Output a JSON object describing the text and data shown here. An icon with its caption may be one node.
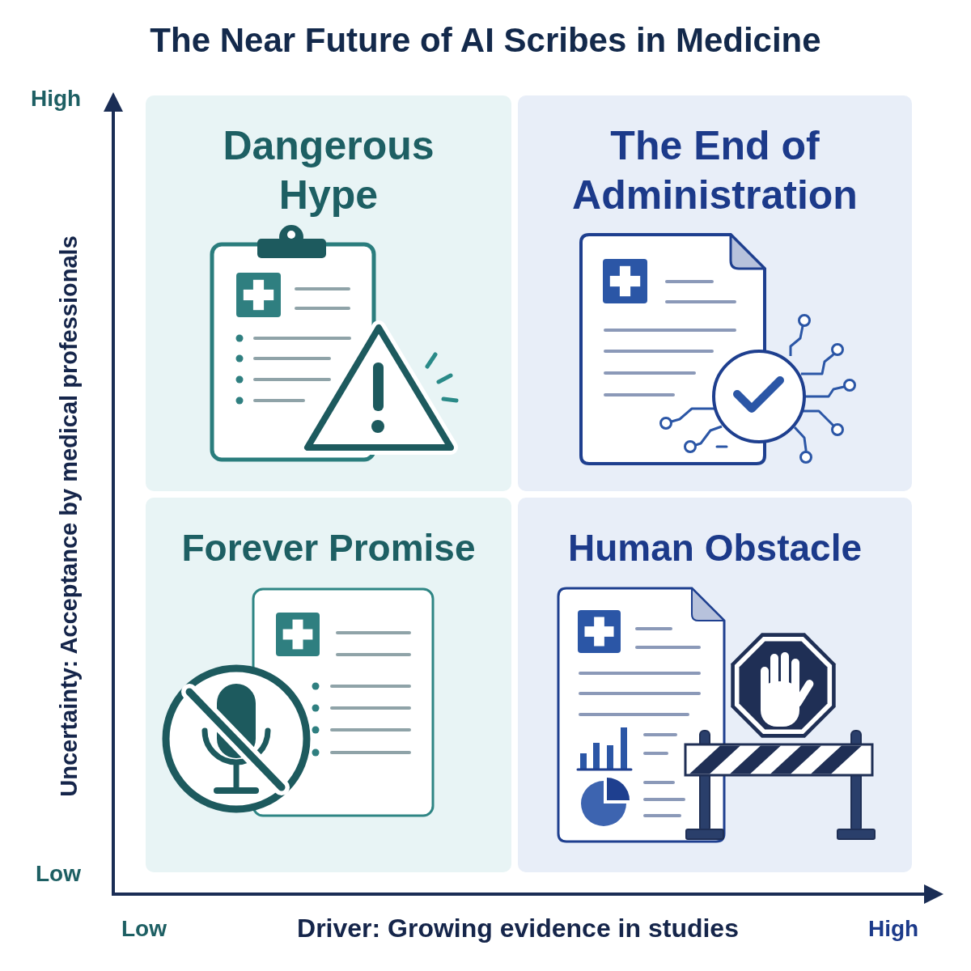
{
  "diagram": {
    "title": "The Near Future of AI Scribes in Medicine",
    "nodes": [
      {
        "text": [
          "Dangerous Hype"
        ]
      },
      {
        "text": [
          "The End of Administration"
        ]
      },
      {
        "text": [
          "Forever Promise"
        ]
      },
      {
        "text": [
          "Human Obstacle"
        ]
      }
    ],
    "labels": [
      "High",
      "Uncertainty: Acceptance by medical professionals",
      "Low",
      "Low",
      "Driver: Growing evidence in studies",
      "High"
    ]
  }
}
